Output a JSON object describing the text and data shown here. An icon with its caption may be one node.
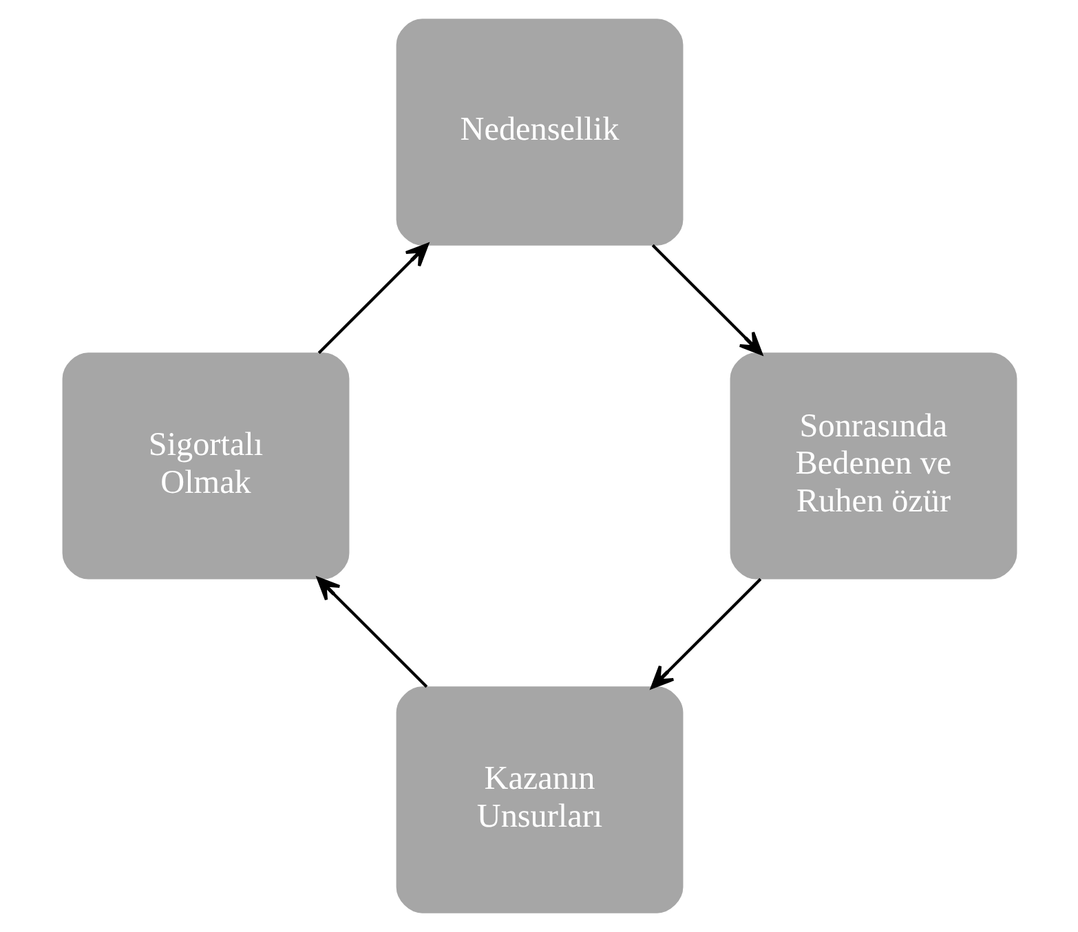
{
  "diagram": {
    "nodes": [
      {
        "text": [
          "Kazanın Unsurları"
        ]
      },
      {
        "text": [
          "Sonrasında Bedenen ve Ruhen özür"
        ]
      },
      {
        "text": [
          "Sigortalı Olmak"
        ]
      },
      {
        "text": [
          "Nedensellik"
        ]
      }
    ],
    "edges": [
      {
        "from": 0,
        "to": 2,
        "arrow": "to"
      },
      {
        "from": 2,
        "to": 3,
        "arrow": "to"
      },
      {
        "from": 3,
        "to": 1,
        "arrow": "to"
      },
      {
        "from": 1,
        "to": 0,
        "arrow": "to"
      }
    ]
  }
}
